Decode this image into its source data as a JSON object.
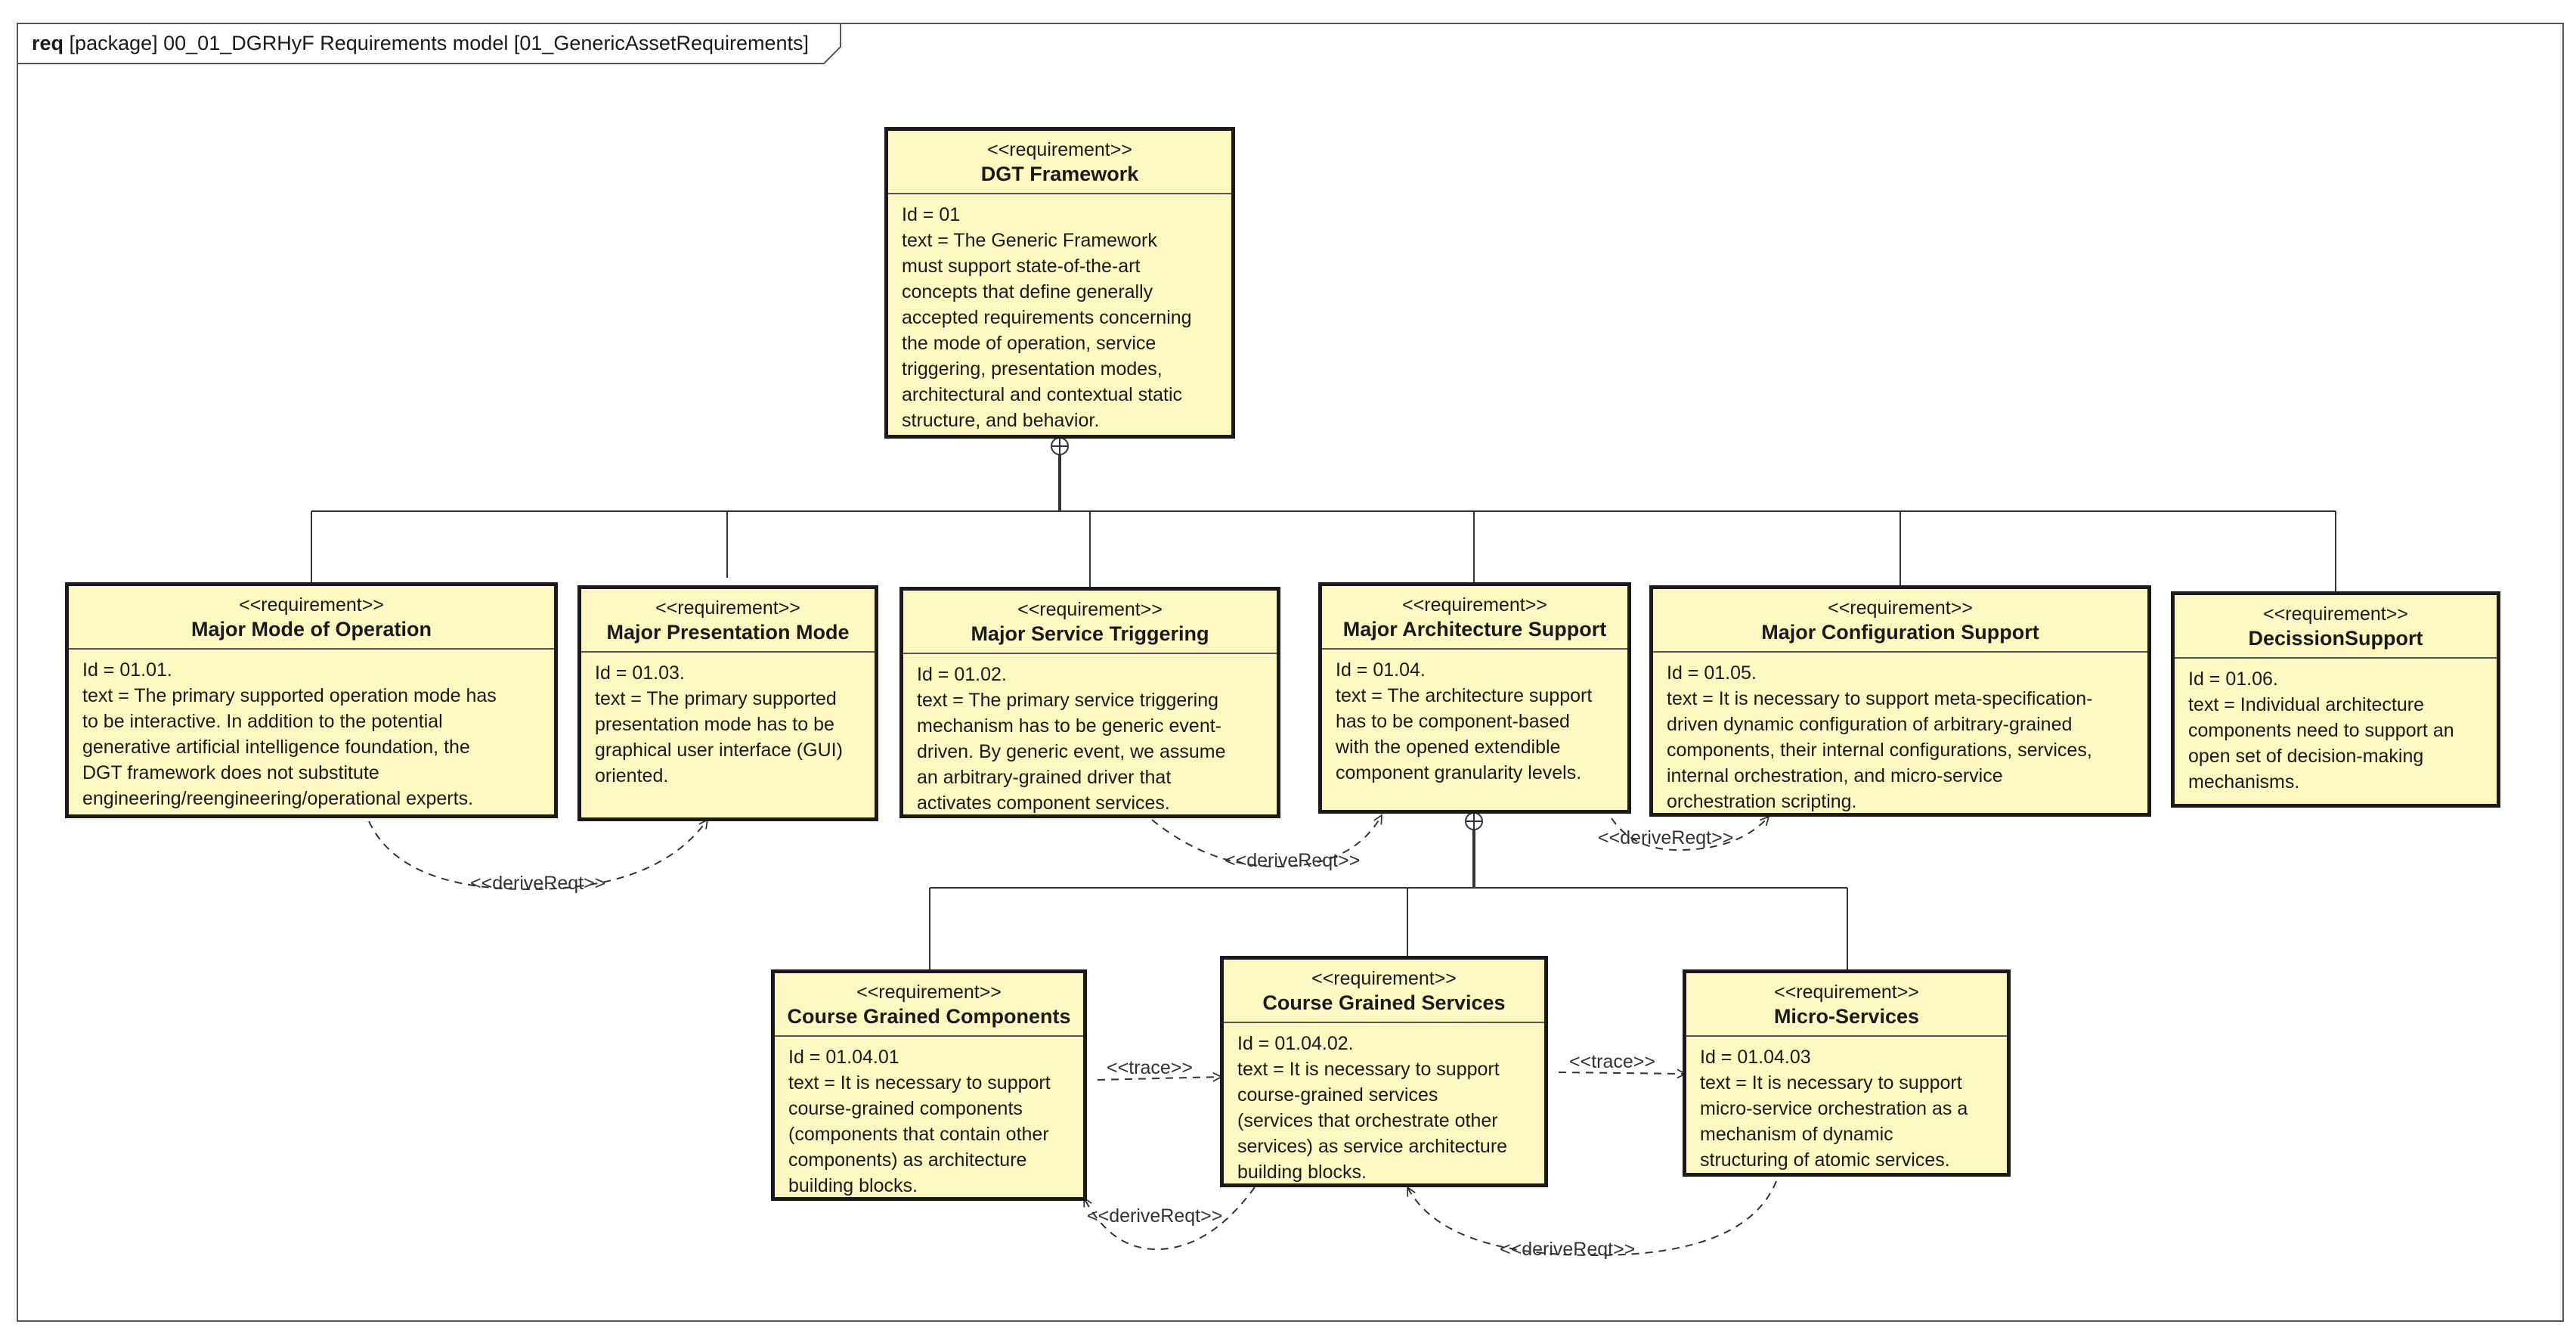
{
  "frame": {
    "keyword": "req",
    "title": "[package] 00_01_DGRHyF Requirements model [01_GenericAssetRequirements]"
  },
  "requirements": {
    "dgt": {
      "stereotype": "<<requirement>>",
      "name": "DGT Framework",
      "id": "Id = 01",
      "text": [
        "text = The Generic Framework",
        "must support state-of-the-art",
        "concepts that define generally",
        "accepted requirements concerning",
        "the mode of operation, service",
        "triggering, presentation modes,",
        "architectural and contextual static",
        "structure, and behavior."
      ]
    },
    "mode": {
      "stereotype": "<<requirement>>",
      "name": "Major Mode of Operation",
      "id": "Id = 01.01.",
      "text": [
        "text = The primary supported operation mode has",
        "to be interactive. In addition to the potential",
        "generative artificial intelligence foundation, the",
        "DGT framework does not substitute",
        "engineering/reengineering/operational experts."
      ]
    },
    "presentation": {
      "stereotype": "<<requirement>>",
      "name": "Major Presentation Mode",
      "id": "Id = 01.03.",
      "text": [
        "text = The primary supported",
        "presentation mode has to be",
        "graphical user interface (GUI)",
        "oriented."
      ]
    },
    "triggering": {
      "stereotype": "<<requirement>>",
      "name": "Major Service Triggering",
      "id": "Id = 01.02.",
      "text": [
        "text = The primary service triggering",
        "mechanism has to be generic event-",
        "driven. By generic event, we assume",
        "an arbitrary-grained driver that",
        "activates component services."
      ]
    },
    "architecture": {
      "stereotype": "<<requirement>>",
      "name": "Major Architecture Support",
      "id": "Id = 01.04.",
      "text": [
        "text = The architecture support",
        "has to be component-based",
        "with the opened extendible",
        "component granularity levels."
      ]
    },
    "configuration": {
      "stereotype": "<<requirement>>",
      "name": "Major Configuration Support",
      "id": "Id = 01.05.",
      "text": [
        "text = It is necessary to support meta-specification-",
        "driven dynamic configuration of arbitrary-grained",
        "components, their internal configurations, services,",
        "internal orchestration, and micro-service",
        "orchestration scripting."
      ]
    },
    "decision": {
      "stereotype": "<<requirement>>",
      "name": "DecissionSupport",
      "id": "Id = 01.06.",
      "text": [
        "text = Individual architecture",
        "components need to support an",
        "open set of decision-making",
        "mechanisms."
      ]
    },
    "components": {
      "stereotype": "<<requirement>>",
      "name": "Course Grained Components",
      "id": "Id = 01.04.01",
      "text": [
        "text = It is necessary to support",
        "course-grained components",
        "(components that contain other",
        "components) as architecture",
        "building blocks."
      ]
    },
    "services": {
      "stereotype": "<<requirement>>",
      "name": "Course Grained Services",
      "id": "Id = 01.04.02.",
      "text": [
        "text = It is necessary to support",
        "course-grained services",
        "(services that orchestrate other",
        "services) as service architecture",
        "building blocks."
      ]
    },
    "micro": {
      "stereotype": "<<requirement>>",
      "name": "Micro-Services",
      "id": "Id = 01.04.03",
      "text": [
        "text = It is necessary to support",
        "micro-service orchestration as a",
        "mechanism of dynamic",
        "structuring of atomic services."
      ]
    }
  },
  "relations": {
    "derive1": "<<deriveReqt>>",
    "derive2": "<<deriveReqt>>",
    "derive3": "<<deriveReqt>>",
    "derive4": "<<deriveReqt>>",
    "derive5": "<<deriveReqt>>",
    "trace1": "<<trace>>",
    "trace2": "<<trace>>"
  }
}
